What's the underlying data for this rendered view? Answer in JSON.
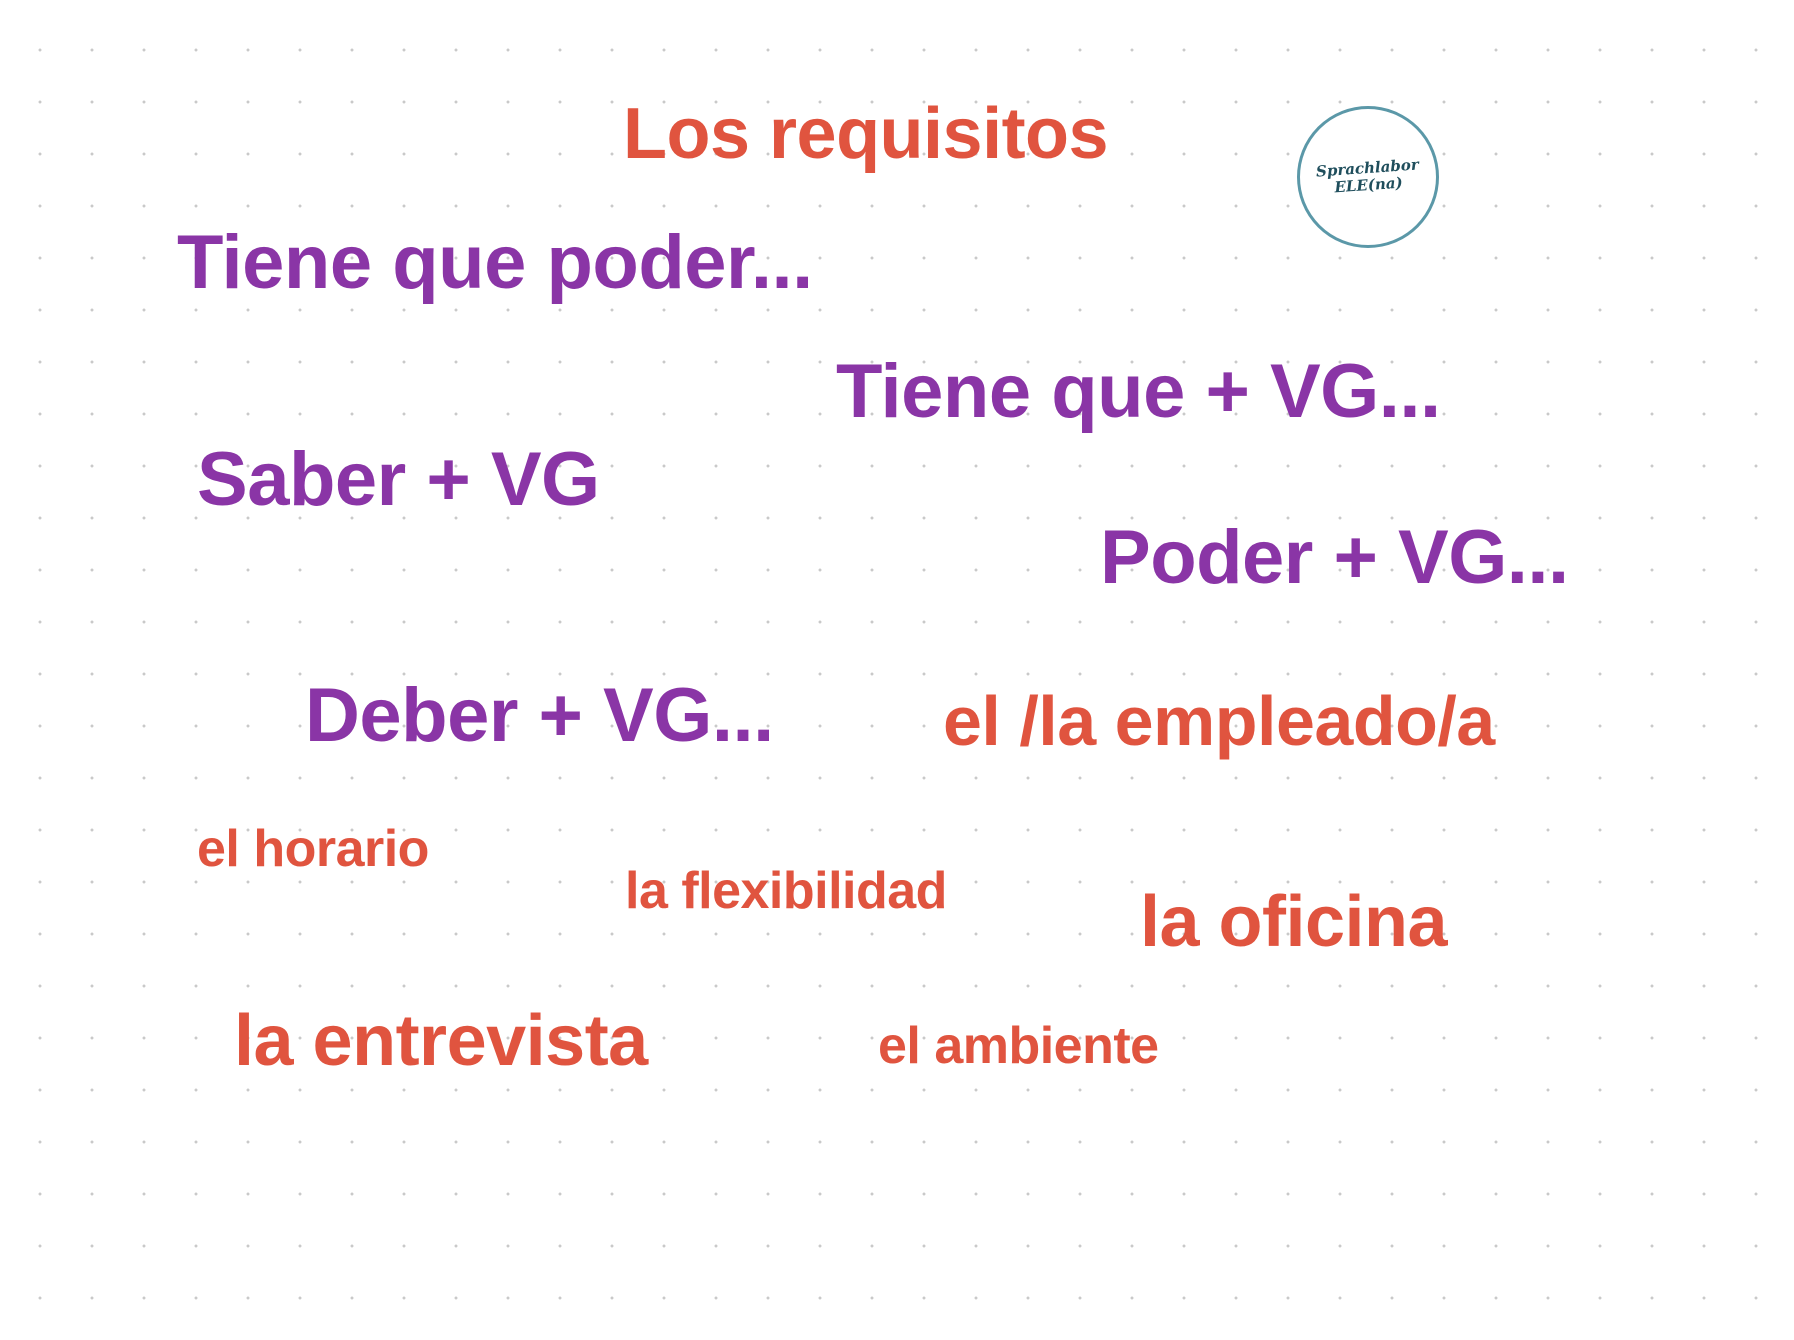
{
  "title": "Los requisitos",
  "phrases": {
    "tiene_que_poder": "Tiene que poder...",
    "tiene_que_vg": "Tiene que + VG...",
    "saber_vg": "Saber + VG",
    "poder_vg": "Poder + VG...",
    "deber_vg": "Deber + VG..."
  },
  "vocabulary": {
    "empleado": "el /la empleado/a",
    "horario": "el horario",
    "flexibilidad": "la flexibilidad",
    "oficina": "la oficina",
    "entrevista": "la entrevista",
    "ambiente": "el ambiente"
  },
  "logo": {
    "text": "Sprachlabor\nELE(na)"
  },
  "colors": {
    "orange": "#e0543f",
    "purple": "#8a35a6",
    "logo_ring": "#5b98a8",
    "logo_text": "#1f4e5c",
    "background": "#ffffff",
    "grid_dots": "#c9c9c9"
  }
}
